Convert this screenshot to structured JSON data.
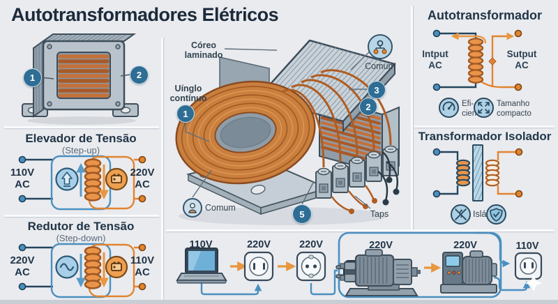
{
  "title": "Autotransformadores Elétricos",
  "photo": {
    "badge1": "1",
    "badge2": "2"
  },
  "step_up": {
    "title": "Elevador de Tensão",
    "subtitle": "(Step-up)",
    "input": "110V\nAC",
    "output": "220V\nAC"
  },
  "step_down": {
    "title": "Redutor de Tensão",
    "subtitle": "(Step-down)",
    "input": "220V\nAC",
    "output": "110V\nAC"
  },
  "main_diagram": {
    "label_core": "Córeo\nlaminado",
    "label_winding": "Uínglo\ncontínuo",
    "label_common_top": "Comum",
    "label_common_bottom": "Comum",
    "label_taps": "Taps",
    "badge1": "1",
    "badge2": "2",
    "badge3": "3",
    "badge5": "5"
  },
  "autotransformer": {
    "title": "Autotransformador",
    "input": "Intput\nAC",
    "output": "Sutput\nAC",
    "feature_efficiency": "Efi-\ncien",
    "feature_size": "Tamanho\ncompacto"
  },
  "isolator": {
    "title": "Transformador Isolador",
    "feature_isolation": "Islám"
  },
  "bottom": {
    "items": [
      {
        "label": "110V"
      },
      {
        "label": "220V"
      },
      {
        "label": "220V"
      },
      {
        "label": "220V"
      },
      {
        "label": "220V"
      },
      {
        "label": "110V"
      }
    ]
  },
  "colors": {
    "accent_blue": "#4a8fc0",
    "accent_orange": "#e2842f",
    "navy": "#1f3347",
    "copper": "#c4703a",
    "badge_blue": "#2e6d94"
  }
}
